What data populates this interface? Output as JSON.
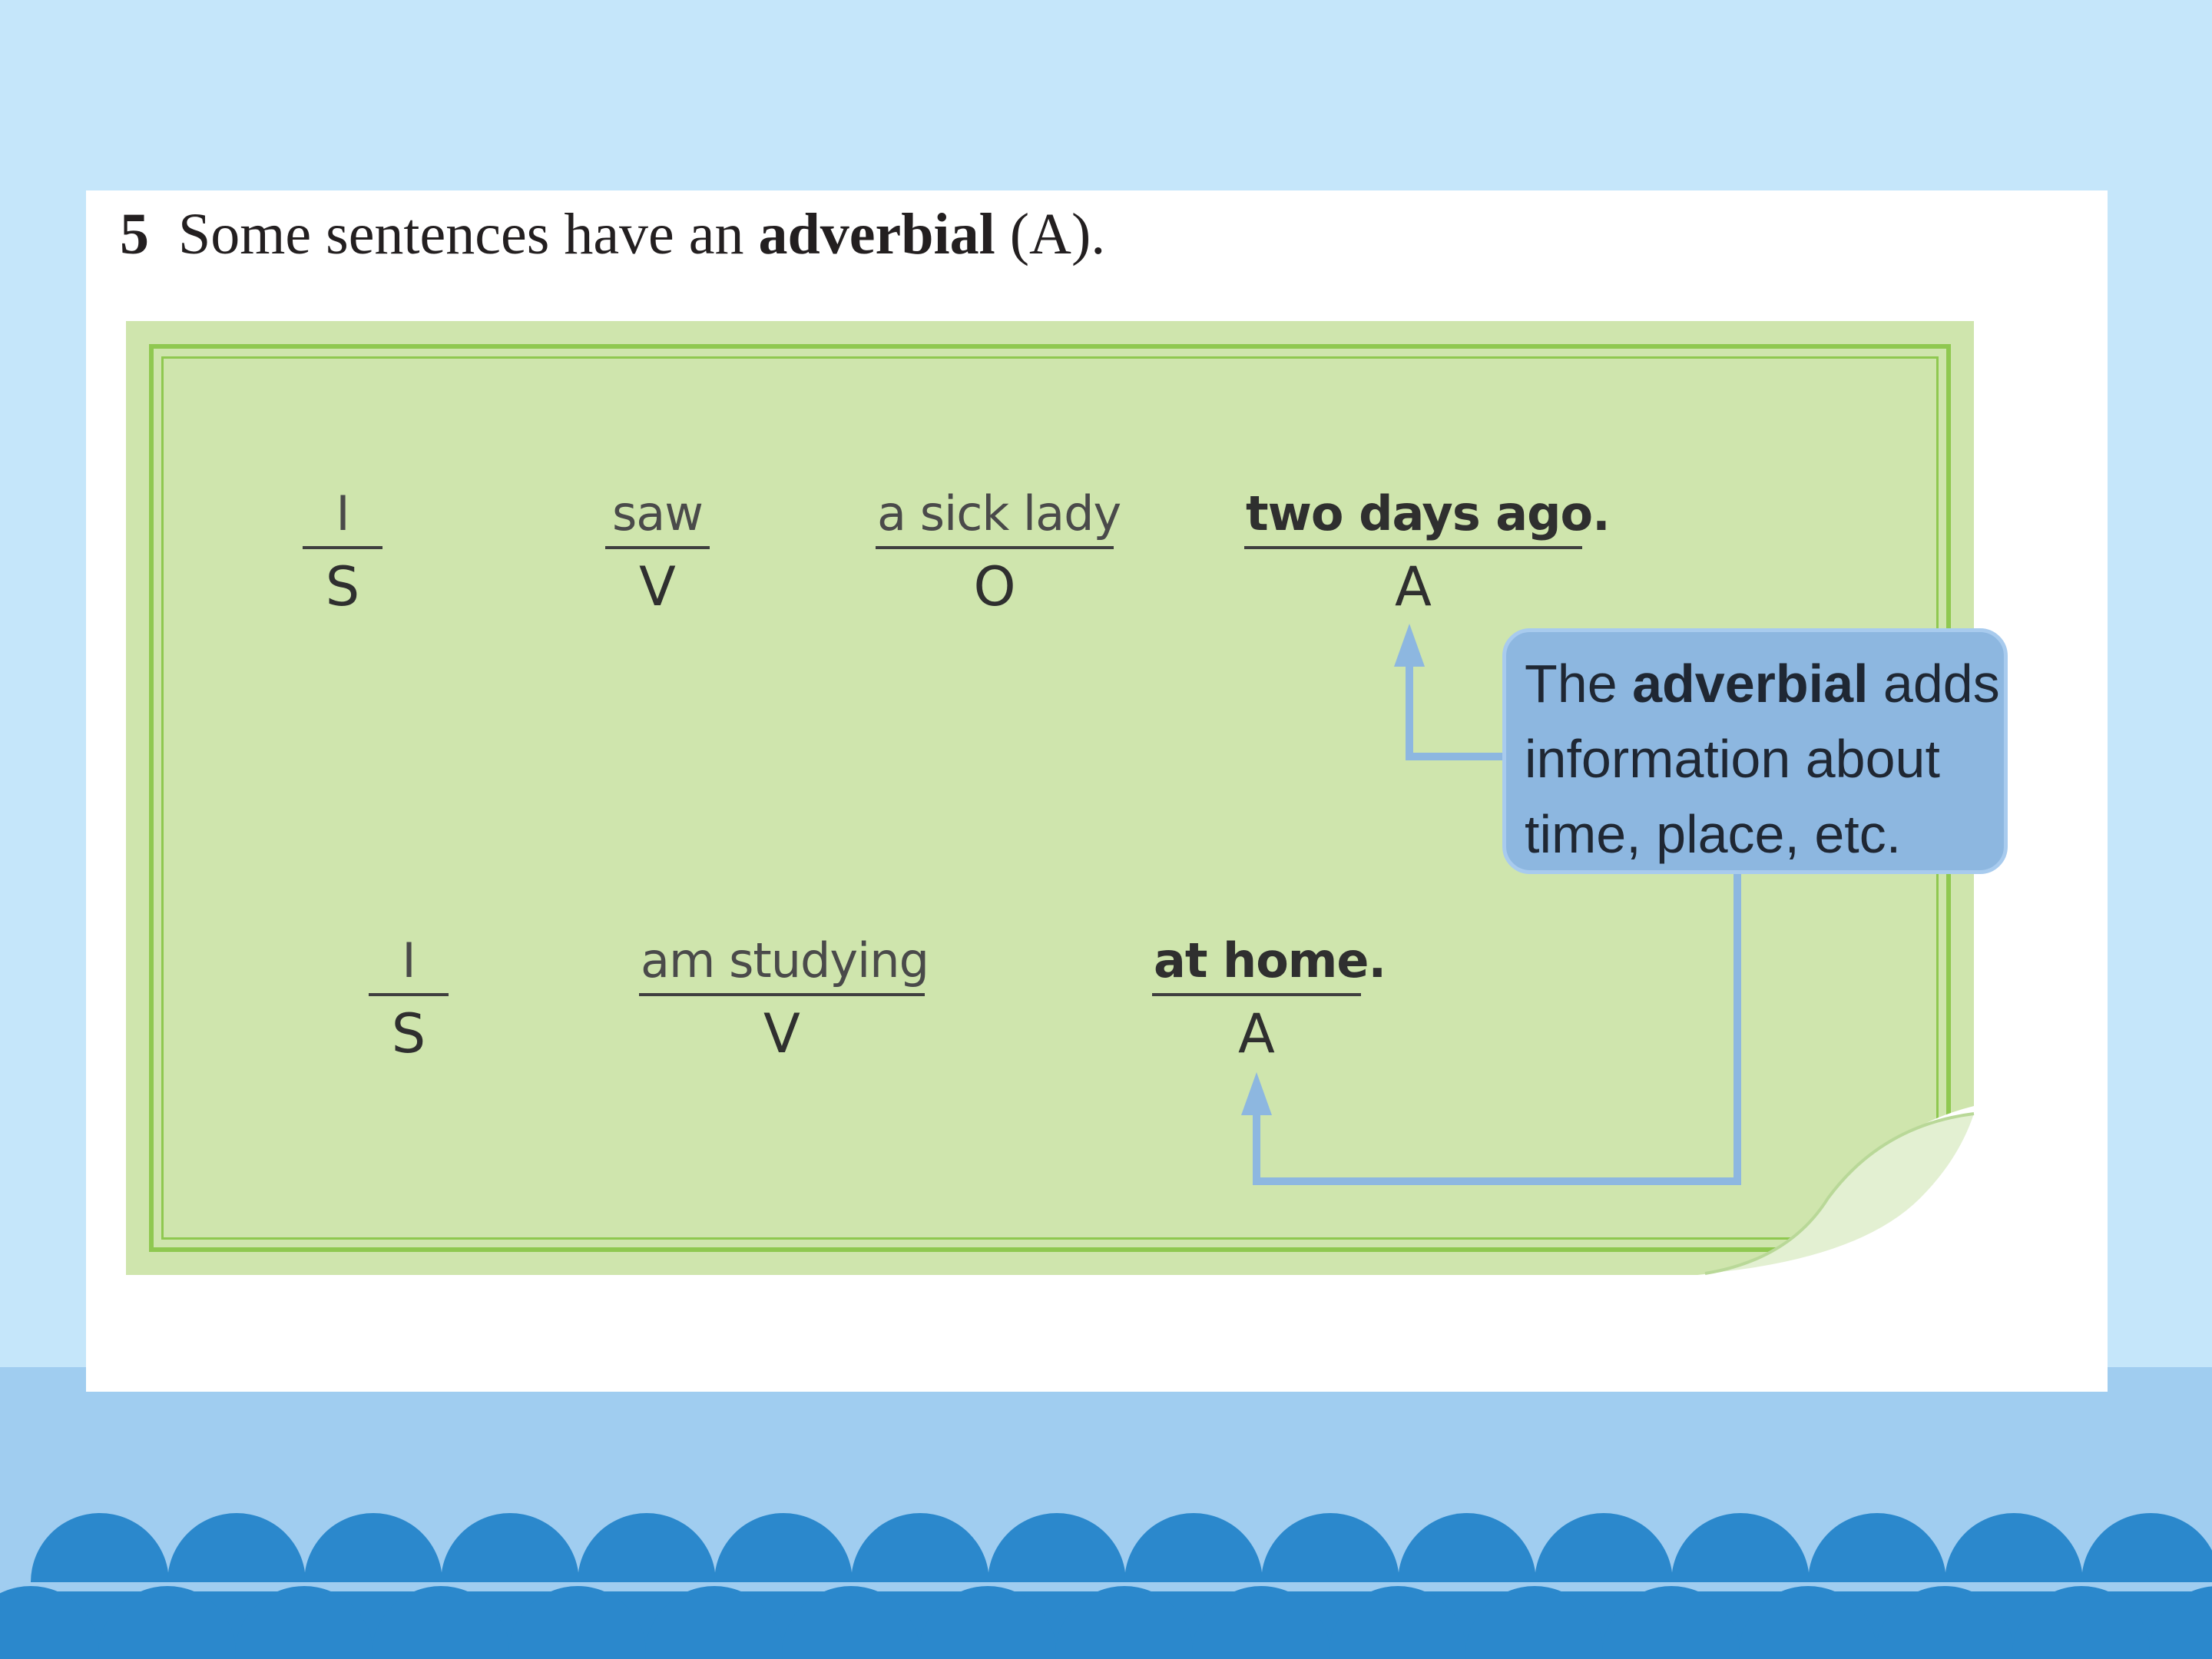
{
  "heading": {
    "number": "5",
    "text_before": "Some sentences have an ",
    "term": "adverbial",
    "text_after": " (A)."
  },
  "sentence1": [
    {
      "word": "I",
      "role": "S"
    },
    {
      "word": "saw",
      "role": "V"
    },
    {
      "word": "a sick lady",
      "role": "O"
    },
    {
      "word": "two days ago.",
      "role": "A"
    }
  ],
  "sentence2": [
    {
      "word": "I",
      "role": "S"
    },
    {
      "word": "am studying",
      "role": "V"
    },
    {
      "word": "at home.",
      "role": "A"
    }
  ],
  "callout": {
    "line1_before": "The ",
    "line1_term": "adverbial",
    "line1_after": " adds",
    "line2": "information about",
    "line3": "time, place, etc."
  },
  "colors": {
    "sky": "#c5e6fa",
    "band": "#a0cdf0",
    "scallop": "#2b88cc",
    "panel": "#cfe5ad",
    "panel_border": "#8fc850",
    "callout": "#8db7e0",
    "arrow": "#8db7e0"
  }
}
